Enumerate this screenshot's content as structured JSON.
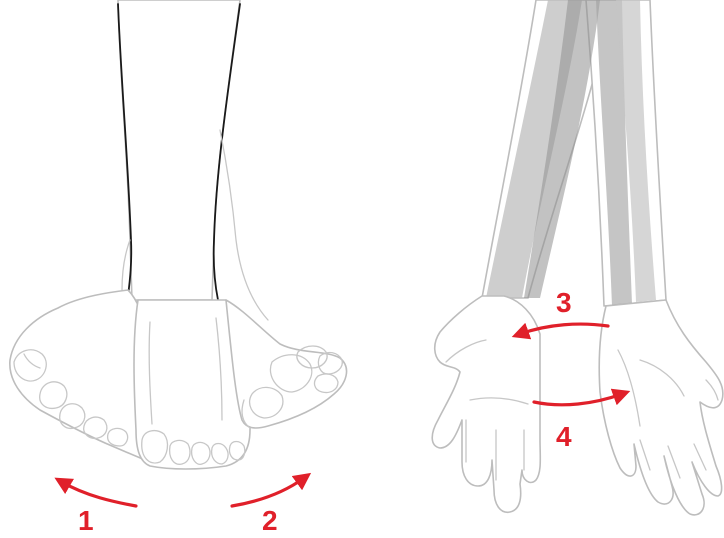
{
  "accent_color": "#e0202a",
  "labels": {
    "one": "1",
    "two": "2",
    "three": "3",
    "four": "4"
  },
  "icons": {
    "feet": "feet-illustration",
    "forearms": "forearms-illustration"
  }
}
